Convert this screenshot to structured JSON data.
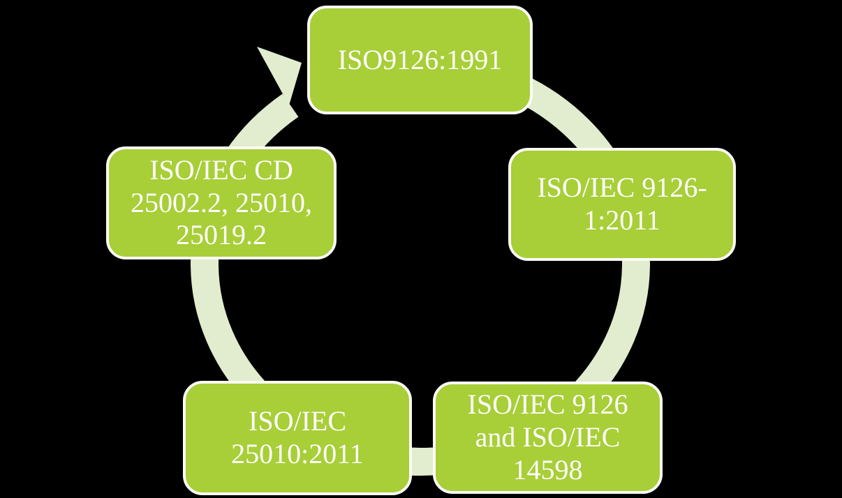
{
  "diagram": {
    "type": "cycle",
    "description": "Circular cycle diagram of ISO software quality standards evolution, clockwise flow with pale green ring arrow and five green rounded nodes",
    "colors": {
      "background": "#000000",
      "node_fill": "#A8CE38",
      "node_border": "#FBFCF6",
      "arrow_band": "#E2EDD0",
      "text": "#FFFFFF"
    },
    "nodes": [
      {
        "position": "top",
        "label": "ISO9126:1991"
      },
      {
        "position": "right",
        "label": "ISO/IEC 9126-1:2011"
      },
      {
        "position": "bottom-right",
        "label": "ISO/IEC 9126 and ISO/IEC 14598"
      },
      {
        "position": "bottom-left",
        "label": "ISO/IEC 25010:2011"
      },
      {
        "position": "left",
        "label": "ISO/IEC CD 25002.2, 25010, 25019.2"
      }
    ]
  }
}
